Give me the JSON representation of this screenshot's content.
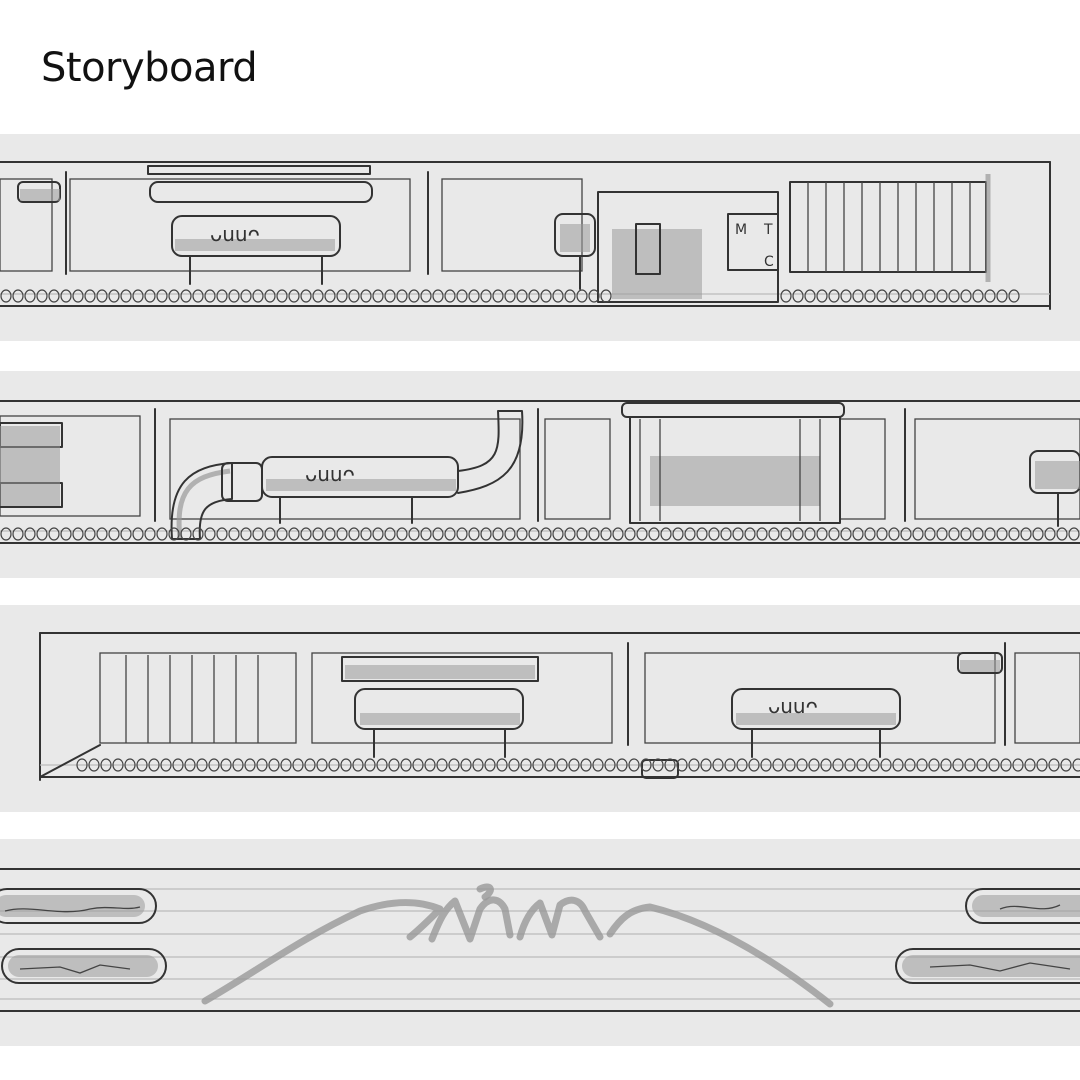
{
  "page": {
    "title": "Storyboard"
  },
  "panels": [
    {
      "id": "panel-1",
      "signs": [
        "M",
        "T",
        "C"
      ],
      "bench_scribble": "ᴗuuᴖ"
    },
    {
      "id": "panel-2",
      "bench_scribble": "ᴗuuᴖ"
    },
    {
      "id": "panel-3",
      "bench_scribble": "ᴗuuᴖ"
    },
    {
      "id": "panel-4"
    }
  ],
  "colors": {
    "panel_bg": "#e9e9e9",
    "ink": "#333333",
    "shade": "#9a9a9a"
  }
}
